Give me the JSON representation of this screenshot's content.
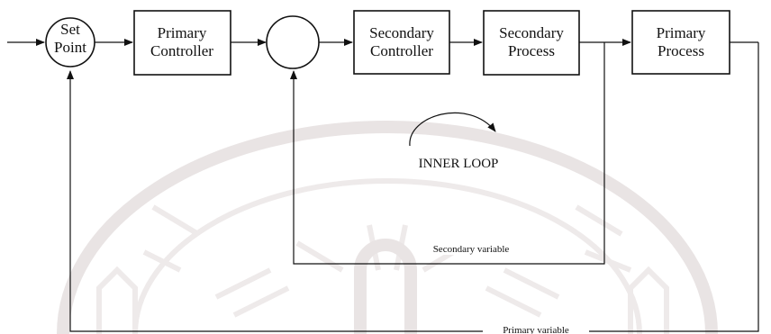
{
  "diagram": {
    "set_point": [
      "Set",
      "Point"
    ],
    "blocks": {
      "primary_controller": [
        "Primary",
        "Controller"
      ],
      "secondary_controller": [
        "Secondary",
        "Controller"
      ],
      "secondary_process": [
        "Secondary",
        "Process"
      ],
      "primary_process": [
        "Primary",
        "Process"
      ]
    },
    "inner_loop_label": "INNER LOOP",
    "secondary_variable_label": "Secondary variable",
    "primary_variable_label": "Primary variable"
  }
}
